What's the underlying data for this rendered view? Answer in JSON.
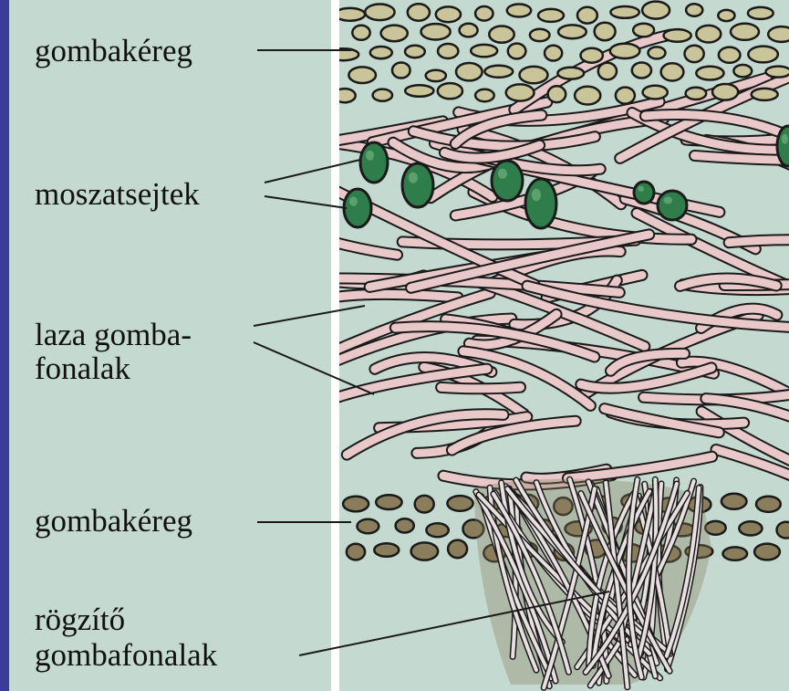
{
  "labels": {
    "upper_cortex": "gombakéreg",
    "algal_cells": "moszatsejtek",
    "loose_hyphae_line1": "laza gomba-",
    "loose_hyphae_line2": "fonalak",
    "lower_cortex": "gombakéreg",
    "rhizine_line1": "rögzítő",
    "rhizine_line2": "gombafonalak"
  },
  "colors": {
    "left_border": "#3b3b9a",
    "background": "#c4d9cf",
    "divider": "#ffffff",
    "upper_cortex_cells": "#c9c49a",
    "lower_cortex_cells": "#8a7d5c",
    "hyphae": "#e8c8c8",
    "outline": "#1a1a1a",
    "algae": "#2e7d4a",
    "algae_highlight": "#7fbf8a",
    "rhizine": "#e8e0e0"
  }
}
